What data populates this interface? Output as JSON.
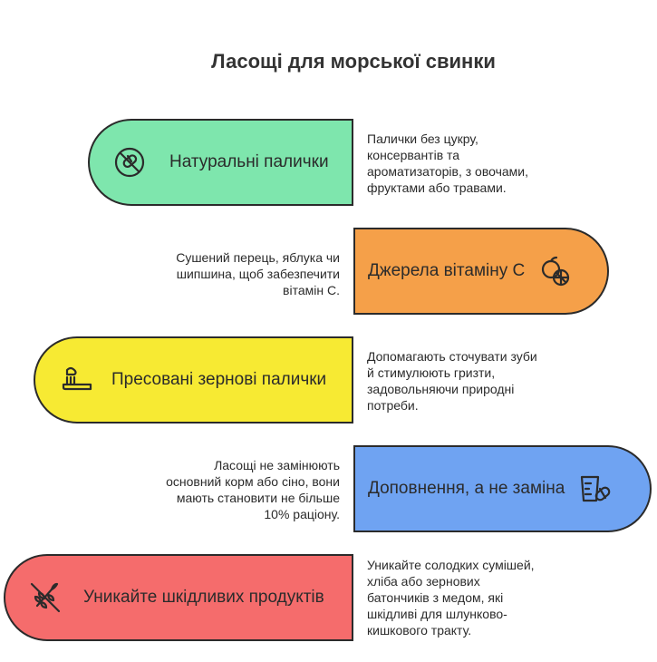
{
  "title": "Ласощі для морської свинки",
  "colors": {
    "green": "#7ee6ad",
    "orange": "#f5a049",
    "yellow": "#f7ea33",
    "blue": "#6fa3f2",
    "red": "#f56c6c"
  },
  "items": [
    {
      "label": "Натуральні палички",
      "icon": "no-pills-icon",
      "description": [
        "Палички без цукру,",
        "консервантів та",
        "ароматизаторів, з овочами,",
        "фруктами або травами."
      ]
    },
    {
      "label": "Джерела вітаміну C",
      "icon": "citrus-icon",
      "description": [
        "Сушений перець, яблука чи",
        "шипшина, щоб забезпечити",
        "вітамін C."
      ]
    },
    {
      "label": "Пресовані зернові палички",
      "icon": "toothbrush-icon",
      "description": [
        "Допомагають сточувати зуби",
        "й стимулюють гризти,",
        "задовольняючи природні",
        "потреби."
      ]
    },
    {
      "label": "Доповнення, а не заміна",
      "icon": "supplement-icon",
      "description": [
        "Ласощі не замінюють",
        "основний корм або сіно, вони",
        "мають становити не більше",
        "10% раціону."
      ]
    },
    {
      "label": "Уникайте шкідливих продуктів",
      "icon": "no-grain-icon",
      "description": [
        "Уникайте солодких сумішей,",
        "хліба або зернових",
        "батончиків з медом, які",
        "шкідливі для шлунково-",
        "кишкового тракту."
      ]
    }
  ]
}
